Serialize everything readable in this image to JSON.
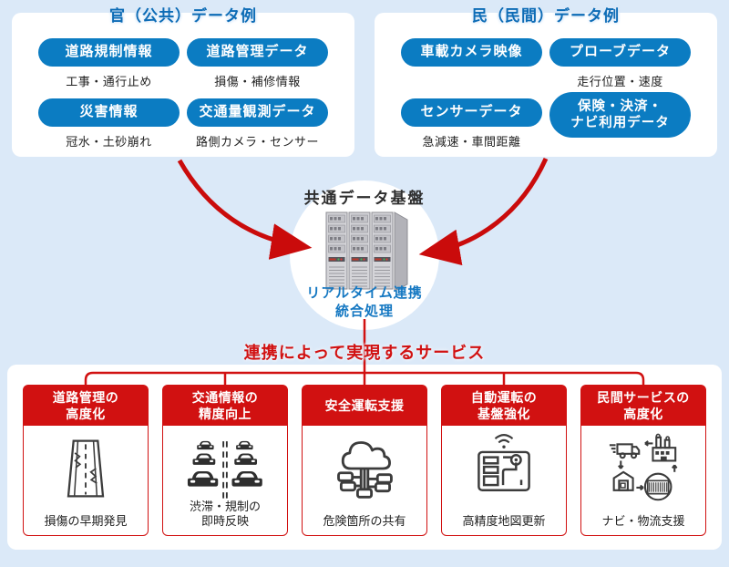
{
  "colors": {
    "background": "#dbe9f8",
    "pill_blue": "#0b7cc2",
    "title_blue": "#0d6cb6",
    "process_blue": "#1578c2",
    "accent_red": "#d11111",
    "arrow_red": "#ca0b0b"
  },
  "public_box": {
    "title": "官（公共）データ例",
    "items": [
      {
        "label": "道路規制情報",
        "caption": "工事・通行止め"
      },
      {
        "label": "道路管理データ",
        "caption": "損傷・補修情報"
      },
      {
        "label": "災害情報",
        "caption": "冠水・土砂崩れ"
      },
      {
        "label": "交通量観測データ",
        "caption": "路側カメラ・センサー"
      }
    ]
  },
  "private_box": {
    "title": "民（民間）データ例",
    "items": [
      {
        "label": "車載カメラ映像",
        "caption": ""
      },
      {
        "label": "プローブデータ",
        "caption": "走行位置・速度"
      },
      {
        "label": "センサーデータ",
        "caption": "急減速・車間距離"
      },
      {
        "label": "保険・決済・\nナビ利用データ",
        "caption": ""
      }
    ]
  },
  "platform": {
    "title": "共通データ基盤",
    "process_label": "リアルタイム連携\n統合処理",
    "icon": "server-rack-icon"
  },
  "services": {
    "title": "連携によって実現するサービス",
    "cards": [
      {
        "header": "道路管理の\n高度化",
        "caption": "損傷の早期発見",
        "icon": "cracked-road-icon"
      },
      {
        "header": "交通情報の\n精度向上",
        "caption": "渋滞・規制の\n即時反映",
        "icon": "traffic-jam-icon"
      },
      {
        "header": "安全運転支援",
        "caption": "危険箇所の共有",
        "icon": "cloud-network-icon"
      },
      {
        "header": "自動運転の\n基盤強化",
        "caption": "高精度地図更新",
        "icon": "map-update-icon"
      },
      {
        "header": "民間サービスの\n高度化",
        "caption": "ナビ・物流支援",
        "icon": "logistics-icon"
      }
    ]
  }
}
